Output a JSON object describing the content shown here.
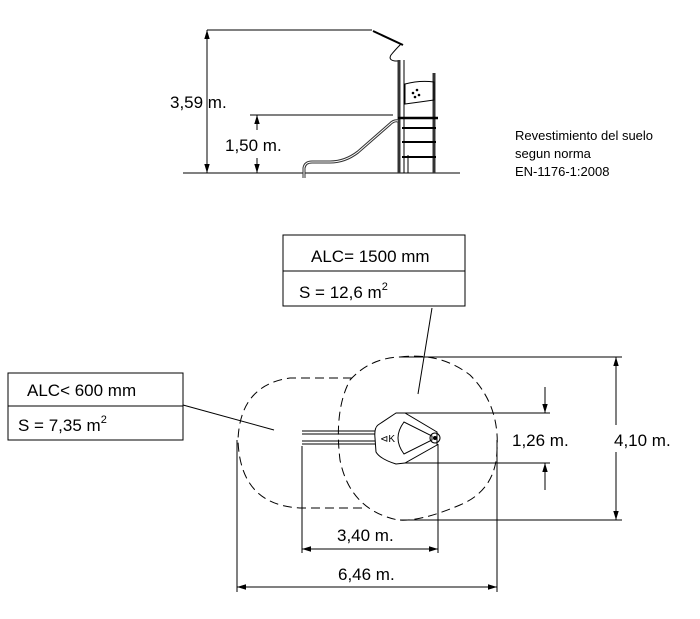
{
  "elevation": {
    "total_height": "3,59 m.",
    "platform_height": "1,50 m."
  },
  "note": {
    "line1": "Revestimiento del suelo",
    "line2": "segun norma",
    "line3": "EN-1176-1:2008"
  },
  "zone_large": {
    "alc": "ALC= 1500 mm",
    "area": "S = 12,6 m",
    "area_sup": "2"
  },
  "zone_small": {
    "alc": "ALC< 600 mm",
    "area": "S = 7,35 m",
    "area_sup": "2"
  },
  "plan": {
    "width_equipment": "3,40 m.",
    "width_total": "6,46 m.",
    "depth_equipment": "1,26 m.",
    "depth_total": "4,10 m."
  }
}
